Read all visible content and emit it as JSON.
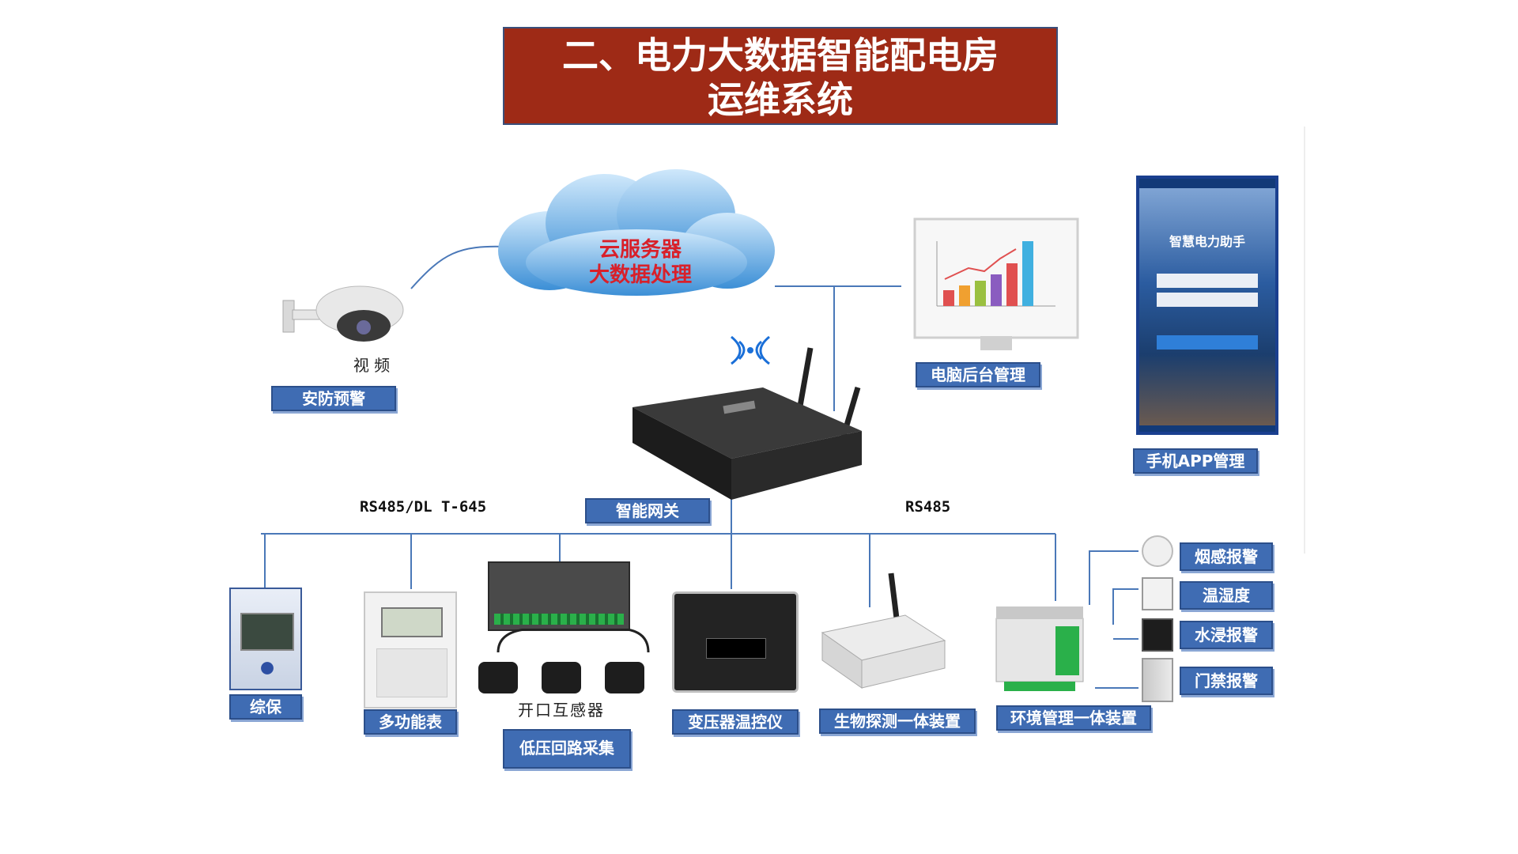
{
  "title": {
    "line1": "二、电力大数据智能配电房",
    "line2": "运维系统"
  },
  "cloud": {
    "line1": "云服务器",
    "line2": "大数据处理"
  },
  "camera": {
    "caption": "视 频",
    "label": "安防预警"
  },
  "pc": {
    "label": "电脑后台管理"
  },
  "phone": {
    "app_title": "智慧电力助手",
    "label": "手机APP管理"
  },
  "gateway": {
    "label": "智能网关"
  },
  "bus": {
    "left": "RS485/DL T-645",
    "right": "RS485"
  },
  "devices": {
    "zongbao": "综保",
    "meter": "多功能表",
    "ct_caption": "开口互感器",
    "lowvoltage": "低压回路采集",
    "transformer": "变压器温控仪",
    "bio": "生物探测一体装置",
    "env": "环境管理一体装置"
  },
  "sensors": {
    "smoke": "烟感报警",
    "temp": "温湿度",
    "water": "水浸报警",
    "door": "门禁报警"
  },
  "colors": {
    "title_bg": "#9e2a16",
    "label_bg": "#3f6cb3",
    "line": "#4a78b8"
  }
}
